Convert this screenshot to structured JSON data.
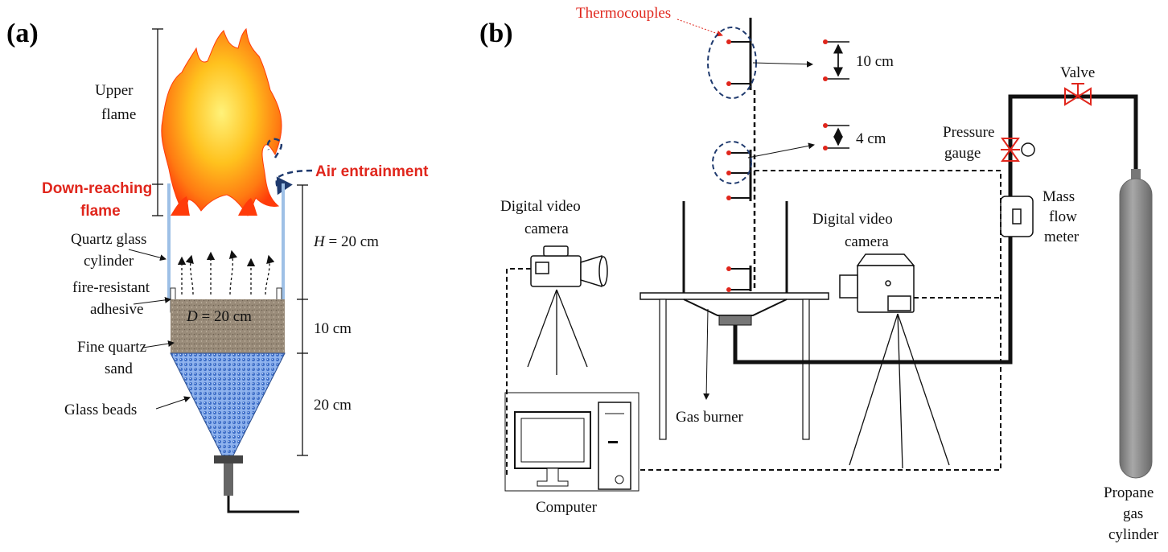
{
  "panel_a": {
    "tag": "(a)",
    "upper_flame": [
      "Upper",
      "flame"
    ],
    "down_reaching": [
      "Down-reaching",
      "flame"
    ],
    "air_entrainment": "Air entrainment",
    "quartz_glass": [
      "Quartz glass",
      "cylinder"
    ],
    "adhesive": [
      "fire-resistant",
      "adhesive"
    ],
    "fine_sand": [
      "Fine quartz",
      "sand"
    ],
    "glass_beads": "Glass beads",
    "dim_h_prefix": "H",
    "dim_h_value": " = 20 cm",
    "dim_d_prefix": "D",
    "dim_d_value": " = 20 cm",
    "dim_sand": "10 cm",
    "dim_cone": "20 cm"
  },
  "panel_b": {
    "tag": "(b)",
    "thermocouples": "Thermocouples",
    "spacing_large": "10 cm",
    "spacing_small": "4 cm",
    "valve": "Valve",
    "pressure_gauge": [
      "Pressure",
      "gauge"
    ],
    "mass_flow_meter": [
      "Mass",
      "flow",
      "meter"
    ],
    "camera_left": [
      "Digital video",
      "camera"
    ],
    "camera_right": [
      "Digital video",
      "camera"
    ],
    "gas_burner": "Gas burner",
    "computer": "Computer",
    "propane": [
      "Propane",
      "gas",
      "cylinder"
    ]
  },
  "colors": {
    "flame_outer": "#ff3b0a",
    "flame_inner": "#ffe04a",
    "label_red": "#e0261c",
    "glass_blue": "#9ec0e6",
    "sand": "#9a8c7a",
    "beads": "#5a8ad8",
    "dashed_blue": "#1f3a6e",
    "cylinder_gray": "#8c8c8c"
  }
}
